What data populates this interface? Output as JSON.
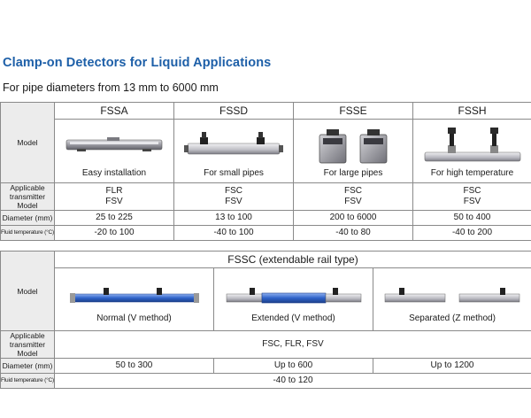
{
  "title": "Clamp-on Detectors for Liquid Applications",
  "subtitle": "For pipe diameters from 13 mm to 6000 mm",
  "table1": {
    "models": [
      "FSSA",
      "FSSD",
      "FSSE",
      "FSSH"
    ],
    "row_labels": {
      "model": "Model",
      "transmitter": "Applicable transmitter Model",
      "diameter": "Diameter (mm)",
      "fluid": "Fluid temperature (°C)"
    },
    "captions": [
      "Easy installation",
      "For small pipes",
      "For large pipes",
      "For high temperature"
    ],
    "transmitters": [
      [
        "FLR",
        "FSV"
      ],
      [
        "FSC",
        "FSV"
      ],
      [
        "FSC",
        "FSV"
      ],
      [
        "FSC",
        "FSV"
      ]
    ],
    "diameters": [
      "25 to 225",
      "13 to 100",
      "200 to 6000",
      "50 to 400"
    ],
    "temperatures": [
      "-20 to 100",
      "-40 to 100",
      "-40 to 80",
      "-40 to 200"
    ]
  },
  "table2": {
    "model": "FSSC (extendable rail type)",
    "row_labels": {
      "model": "Model",
      "transmitter": "Applicable transmitter Model",
      "diameter": "Diameter (mm)",
      "fluid": "Fluid temperature (°C)"
    },
    "captions": [
      "Normal (V method)",
      "Extended (V method)",
      "Separated (Z method)"
    ],
    "transmitter": "FSC, FLR, FSV",
    "diameters": [
      "50 to 300",
      "Up to 600",
      "Up to 1200"
    ],
    "temperature": "-40 to 120"
  },
  "colors": {
    "title": "#1d5fa8",
    "label_bg": "#ececec",
    "rail_blue": "#2f63c9"
  }
}
